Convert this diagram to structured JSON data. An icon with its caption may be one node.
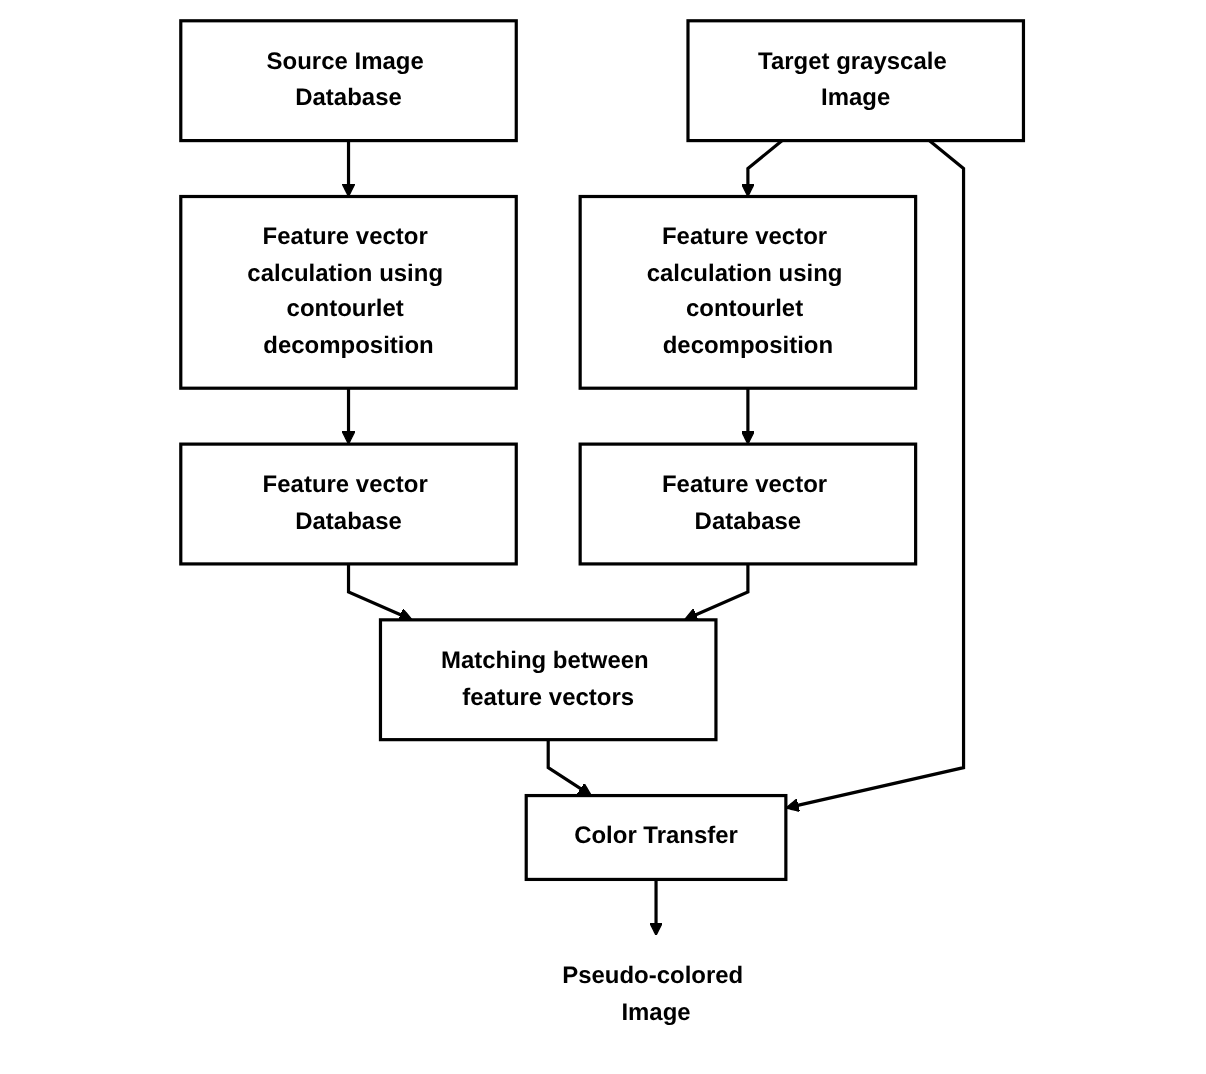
{
  "diagram": {
    "nodes": [
      {
        "text": [
          "Target grayscale Image"
        ]
      },
      {
        "text": [
          "Source Image Database"
        ]
      },
      {
        "text": [
          "Feature vector calculation using contourlet decomposition"
        ]
      },
      {
        "text": [
          "Feature vector calculation using contourlet decomposition"
        ]
      },
      {
        "text": [
          "Feature vector Database"
        ]
      },
      {
        "text": [
          "Feature vector Database"
        ]
      },
      {
        "text": [
          "Matching between feature vectors"
        ]
      },
      {
        "text": [
          "Color Transfer"
        ]
      },
      {
        "text": [
          "Pseudo-colored Image"
        ]
      }
    ],
    "edges": [
      {
        "from": 0,
        "to": 2,
        "arrow": "to"
      },
      {
        "from": 1,
        "to": 3,
        "arrow": "to"
      },
      {
        "from": 2,
        "to": 4,
        "arrow": "to"
      },
      {
        "from": 3,
        "to": 5,
        "arrow": "to"
      },
      {
        "from": 4,
        "to": 6,
        "arrow": "to"
      },
      {
        "from": 5,
        "to": 6,
        "arrow": "to"
      },
      {
        "from": 6,
        "to": 7,
        "arrow": "to"
      },
      {
        "from": 0,
        "to": 7,
        "arrow": "to"
      },
      {
        "from": 7,
        "to": 8,
        "arrow": "to"
      }
    ]
  }
}
